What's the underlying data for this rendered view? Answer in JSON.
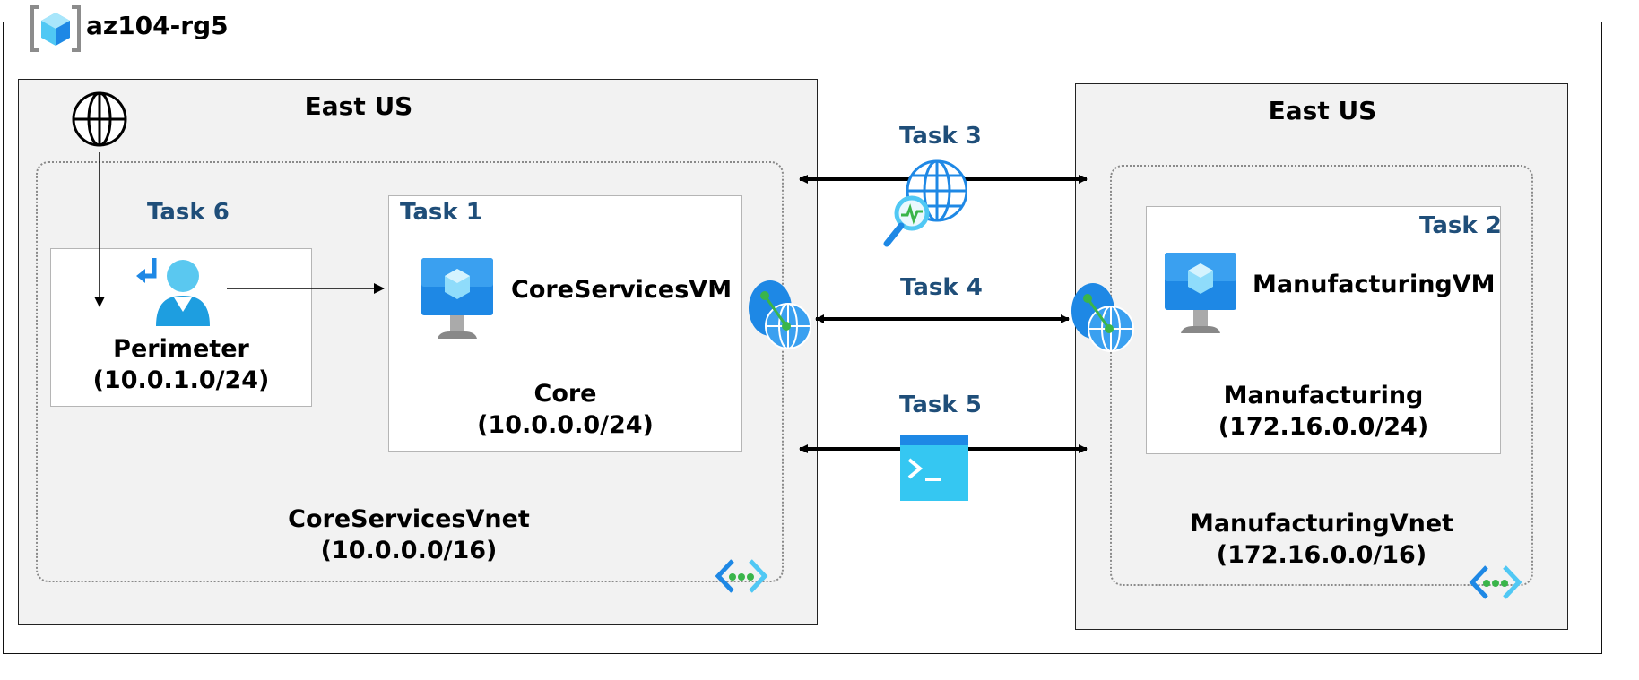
{
  "resource_group": {
    "title": "az104-rg5",
    "icon": "resource-group-icon"
  },
  "regions": [
    {
      "title": "East US"
    },
    {
      "title": "East US"
    }
  ],
  "vnets": {
    "core": {
      "name": "CoreServicesVnet",
      "cidr": "(10.0.0.0/16)"
    },
    "manufacturing": {
      "name": "ManufacturingVnet",
      "cidr": "(172.16.0.0/16)"
    }
  },
  "subnets": {
    "perimeter": {
      "name": "Perimeter",
      "cidr": "(10.0.1.0/24)"
    },
    "core": {
      "name": "Core",
      "cidr": "(10.0.0.0/24)"
    },
    "manufacturing": {
      "name": "Manufacturing",
      "cidr": "(172.16.0.0/24)"
    }
  },
  "vms": {
    "core": "CoreServicesVM",
    "manufacturing": "ManufacturingVM"
  },
  "tasks": {
    "t1": "Task 1",
    "t2": "Task 2",
    "t3": "Task 3",
    "t4": "Task 4",
    "t5": "Task 5",
    "t6": "Task 6"
  },
  "colors": {
    "task_text": "#1f4e79",
    "azure_blue": "#1e88e5",
    "azure_light": "#50c8f4",
    "green": "#3ab54a"
  }
}
